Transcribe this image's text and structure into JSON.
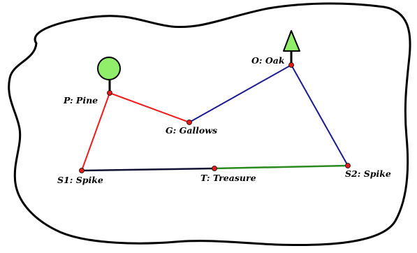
{
  "colors": {
    "island_outline": "#000000",
    "line_red": "#ee1c1c",
    "line_blue": "#1b1b8f",
    "line_green": "#2a8a1e",
    "line_dark": "#111133",
    "tree_fill": "#90ee6a",
    "point_fill": "#e31a1a"
  },
  "icons": {
    "pine": "circle-tree-icon",
    "oak": "triangle-tree-icon"
  },
  "points": {
    "pine": "P: Pine",
    "gallows": "G: Gallows",
    "oak": "O: Oak",
    "spike1": "S1: Spike",
    "treasure": "T: Treasure",
    "spike2": "S2: Spike"
  }
}
